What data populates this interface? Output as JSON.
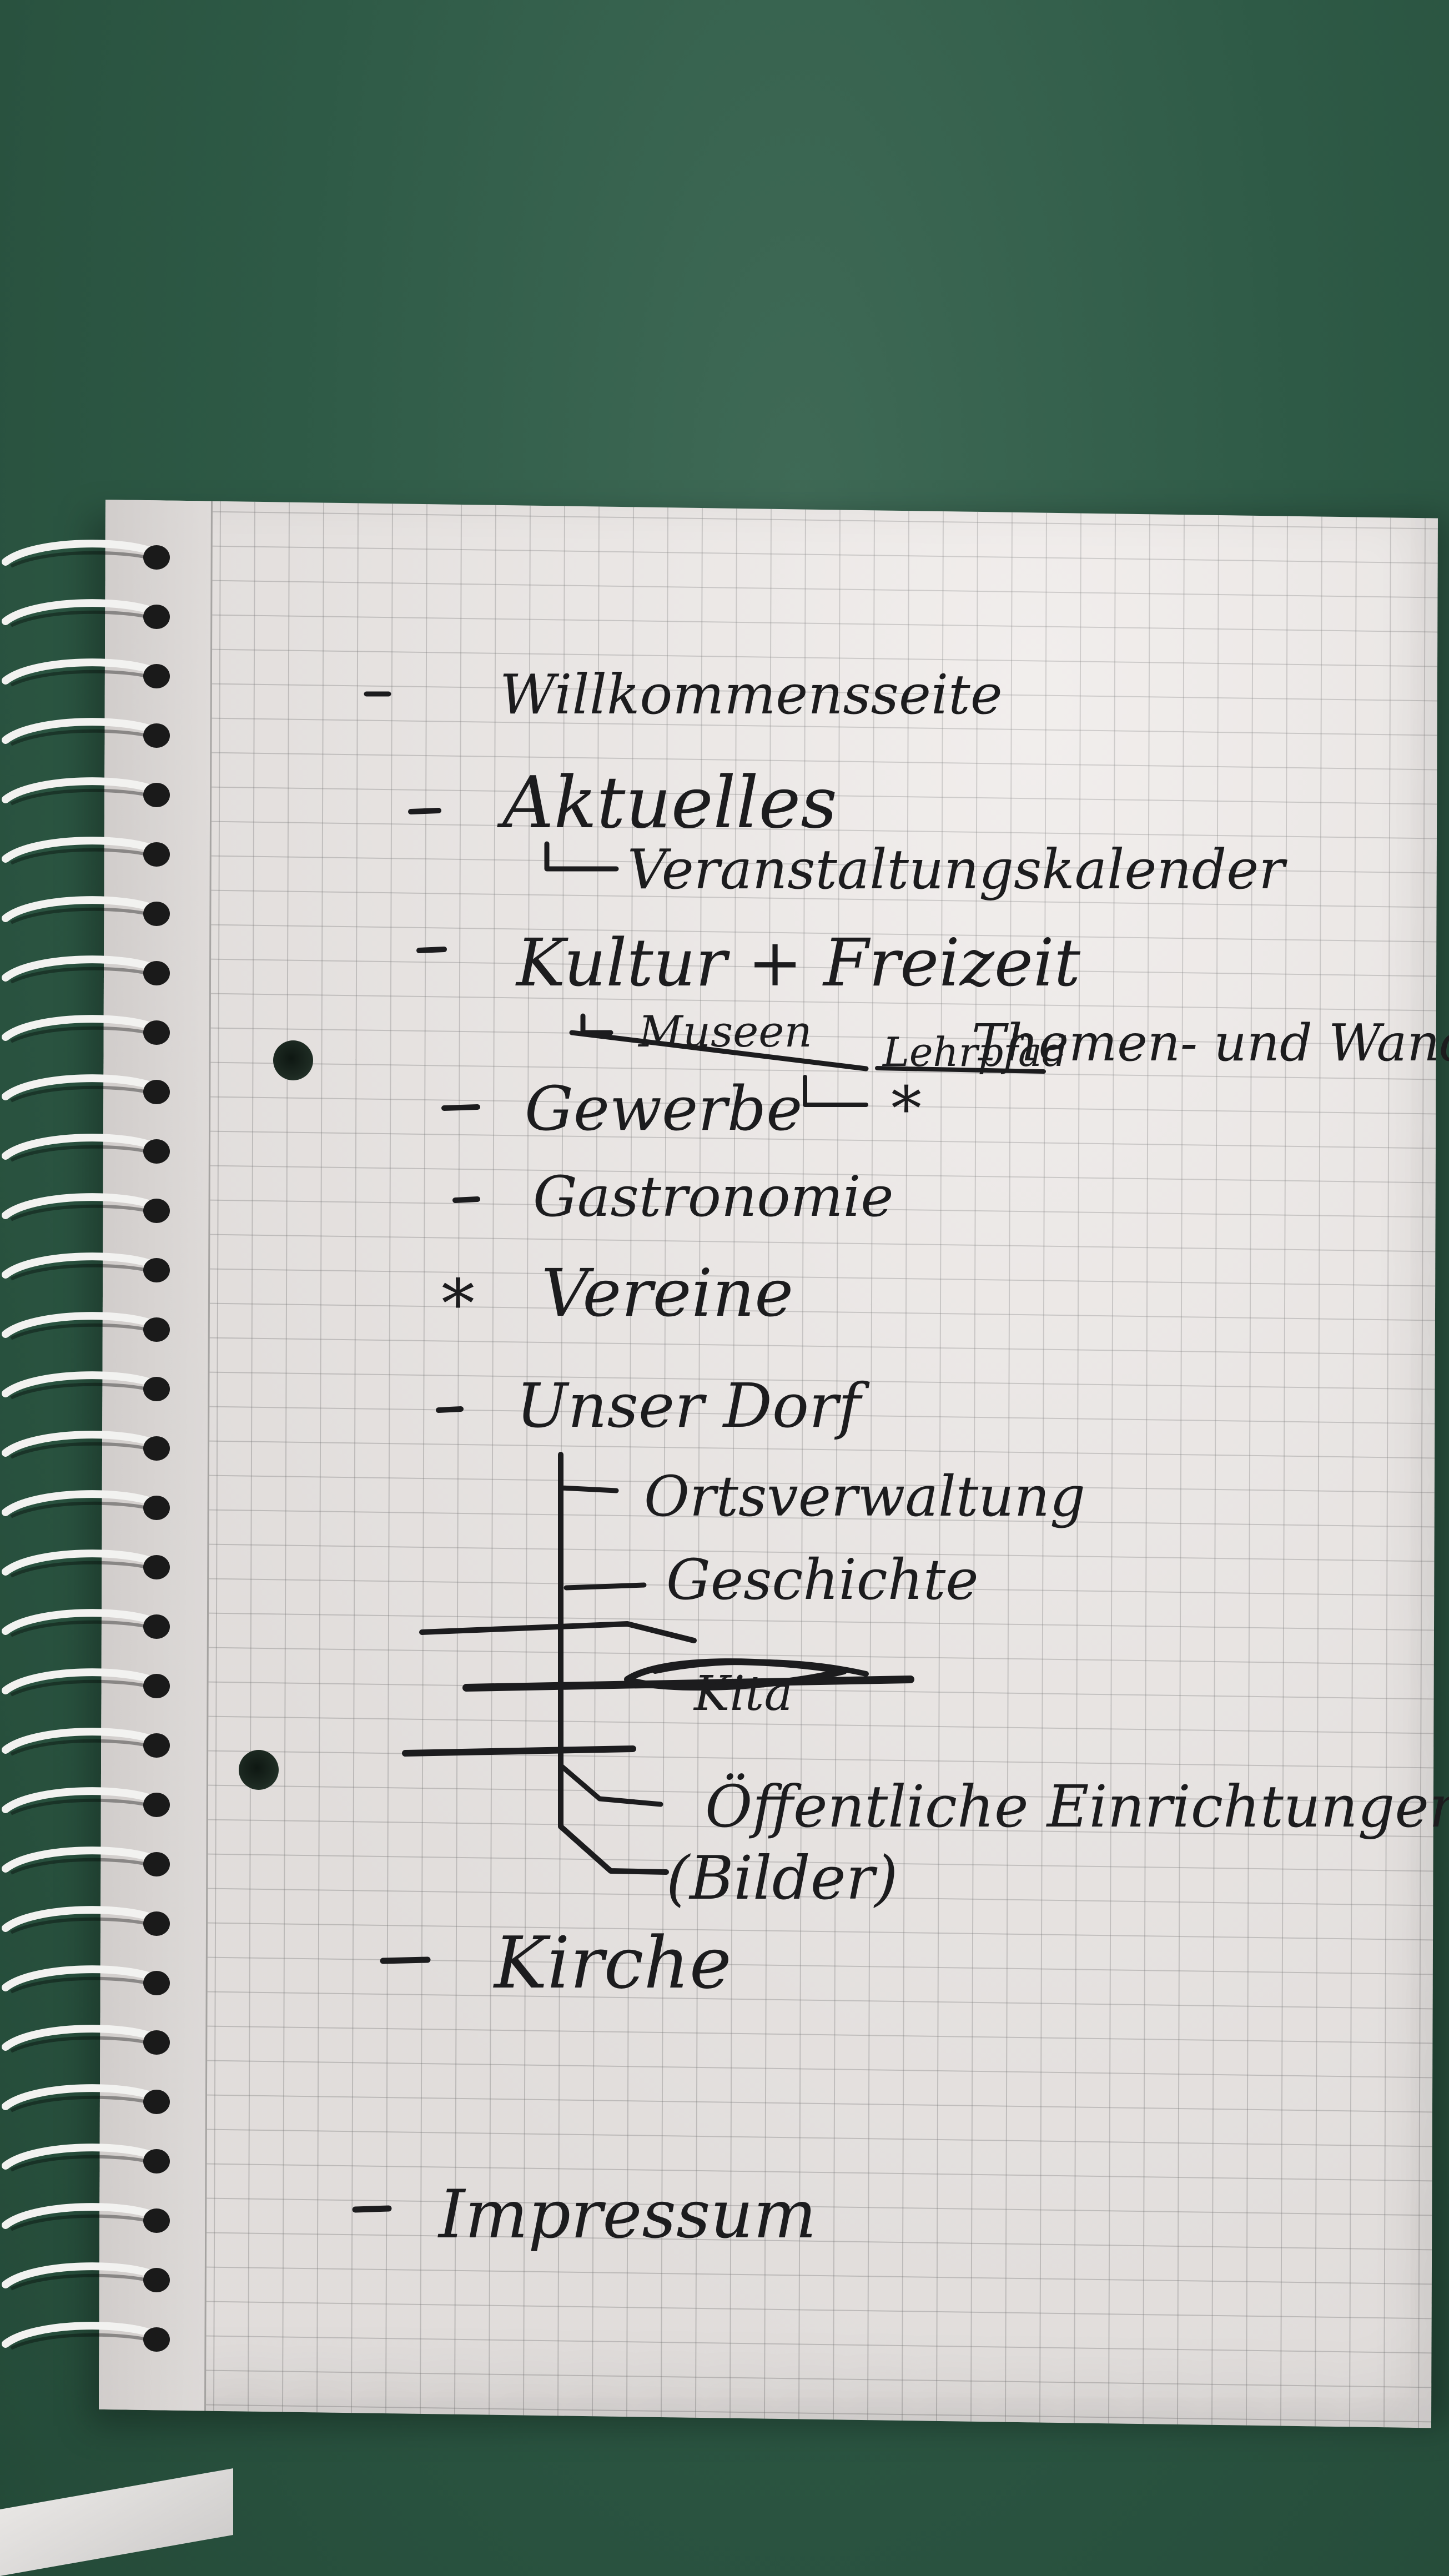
{
  "notes": {
    "willkommen": "Willkommensseite",
    "aktuelles": "Aktuelles",
    "veranstaltungskalender": "Veranstaltungskalender",
    "kultur": "Kultur + Freizeit",
    "museen": "Museen",
    "lehrpfad_struck": "Lehrpfad",
    "themen_wanderpfade": "Themen- und Wanderpfade",
    "star": "*",
    "gewerbe": "Gewerbe",
    "gastronomie": "Gastronomie",
    "vereine": "Vereine",
    "unser_dorf": "Unser Dorf",
    "ortsverwaltung": "Ortsverwaltung",
    "geschichte": "Geschichte",
    "kita_struck": "Kita",
    "oeffentliche": "Öffentliche Einrichtungen",
    "bilder": "(Bilder)",
    "kirche": "Kirche",
    "impressum": "Impressum"
  },
  "colors": {
    "ink": "#1c1c1e",
    "paper": "#efebe9",
    "grid": "#9a9a9a",
    "table": "#2e5a46"
  },
  "object": "spiral-bound-notebook-page"
}
